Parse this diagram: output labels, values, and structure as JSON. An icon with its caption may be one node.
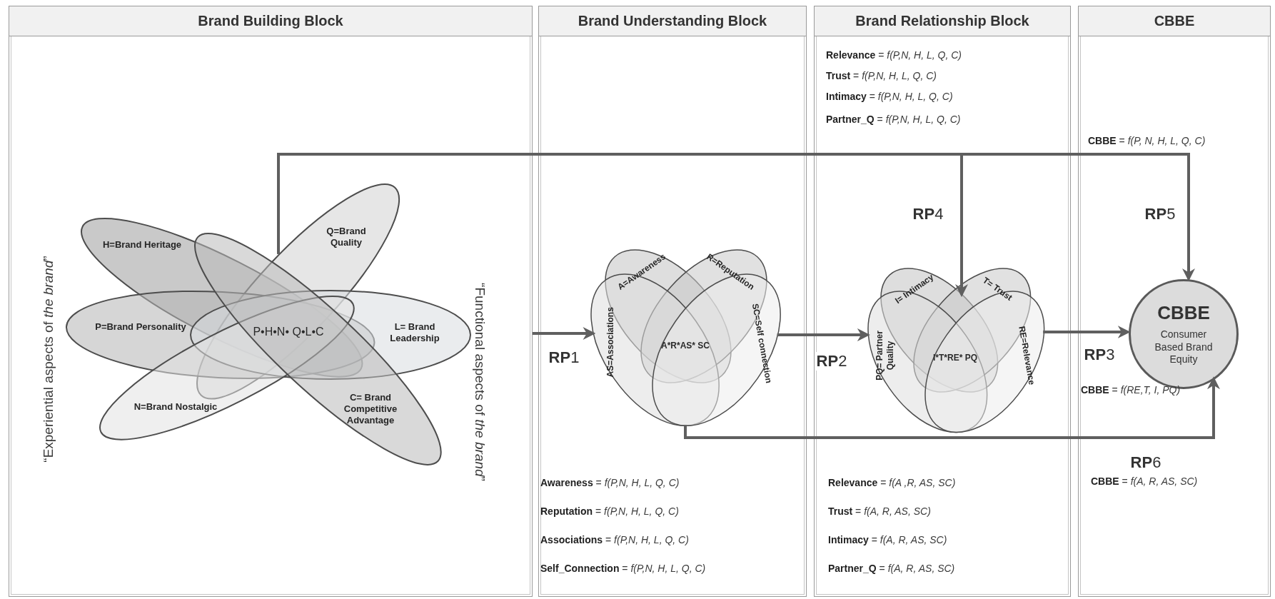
{
  "diagram": {
    "nodes": [
      {
        "text": [
          "Brand Building Block"
        ]
      },
      {
        "text": [
          "Brand Understanding Block"
        ]
      },
      {
        "text": [
          "Brand Relationship Block"
        ]
      },
      {
        "text": [
          "CBBE"
        ]
      },
      {
        "text": [
          "H=Brand Heritage"
        ],
        "in": 0
      },
      {
        "text": [
          "Q=Brand Quality"
        ],
        "in": 0
      },
      {
        "text": [
          "P=Brand Personality"
        ],
        "in": 0
      },
      {
        "text": [
          "L= Brand Leadership"
        ],
        "in": 0
      },
      {
        "text": [
          "N=Brand Nostalgic"
        ],
        "in": 0
      },
      {
        "text": [
          "C= Brand Competitive Advantage"
        ],
        "in": 0
      },
      {
        "text": [
          "P•H•N• Q•L•C"
        ]
      },
      {
        "text": [
          "A=Awareness"
        ],
        "in": 1
      },
      {
        "text": [
          "R=Reputation"
        ],
        "in": 1
      },
      {
        "text": [
          "AS=Associations"
        ],
        "in": 1
      },
      {
        "text": [
          "SC=Self connection"
        ],
        "in": 1
      },
      {
        "text": [
          "A*R*AS* SC"
        ]
      },
      {
        "text": [
          "I= Intimacy"
        ],
        "in": 2
      },
      {
        "text": [
          "T= Trust"
        ],
        "in": 2
      },
      {
        "text": [
          "PQ= Partner Quality"
        ],
        "in": 2
      },
      {
        "text": [
          "RE=Relevance"
        ],
        "in": 2
      },
      {
        "text": [
          "I*T*RE* PQ"
        ]
      },
      {
        "text": [
          "CBBE",
          "Consumer Based Brand Equity"
        ],
        "in": 3
      }
    ],
    "edges": [
      {
        "from": 0,
        "to": 13,
        "arrow": "to",
        "label": "**RP**1"
      },
      {
        "from": 14,
        "to": 18,
        "arrow": "to",
        "label": "**RP**2"
      },
      {
        "from": 19,
        "to": 21,
        "arrow": "to",
        "label": "**RP**3"
      },
      {
        "from": 5,
        "to": 16,
        "arrow": "to",
        "label": "**RP**4"
      },
      {
        "from": 5,
        "to": 21,
        "arrow": "to",
        "label": "**RP**5"
      },
      {
        "from": 13,
        "to": 21,
        "arrow": "to",
        "label": "**RP**6"
      }
    ],
    "labels": [
      "**Relevance** = *f(P,N, H, L, Q, C)*",
      "**Trust** = *f(P,N, H, L, Q, C)*",
      "**Intimacy** = *f(P,N, H, L, Q, C)*",
      "**Partner_Q** = *f(P,N, H, L, Q, C)*",
      "**CBBE** = *f(P, N, H, L, Q, C)*",
      "“Experiential aspects of *the brand*”",
      "“Functional aspects of *the brand*”",
      "**CBBE** = *f(RE,T, I, PQ)*",
      "**Awareness** = *f(P,N, H, L, Q, C)*",
      "**Reputation** = *f(P,N, H, L, Q, C)*",
      "**Associations** = *f(P,N, H, L, Q, C)*",
      "**Self_Connection** = *f(P,N, H, L, Q, C)*",
      "**Relevance** = *f(A ,R, AS, SC)*",
      "**Trust** = *f(A, R, AS, SC)*",
      "**Intimacy** = *f(A, R, AS, SC)*",
      "**Partner_Q** = *f(A, R, AS, SC)*",
      "**CBBE** = *f(A, R, AS, SC)*"
    ]
  }
}
